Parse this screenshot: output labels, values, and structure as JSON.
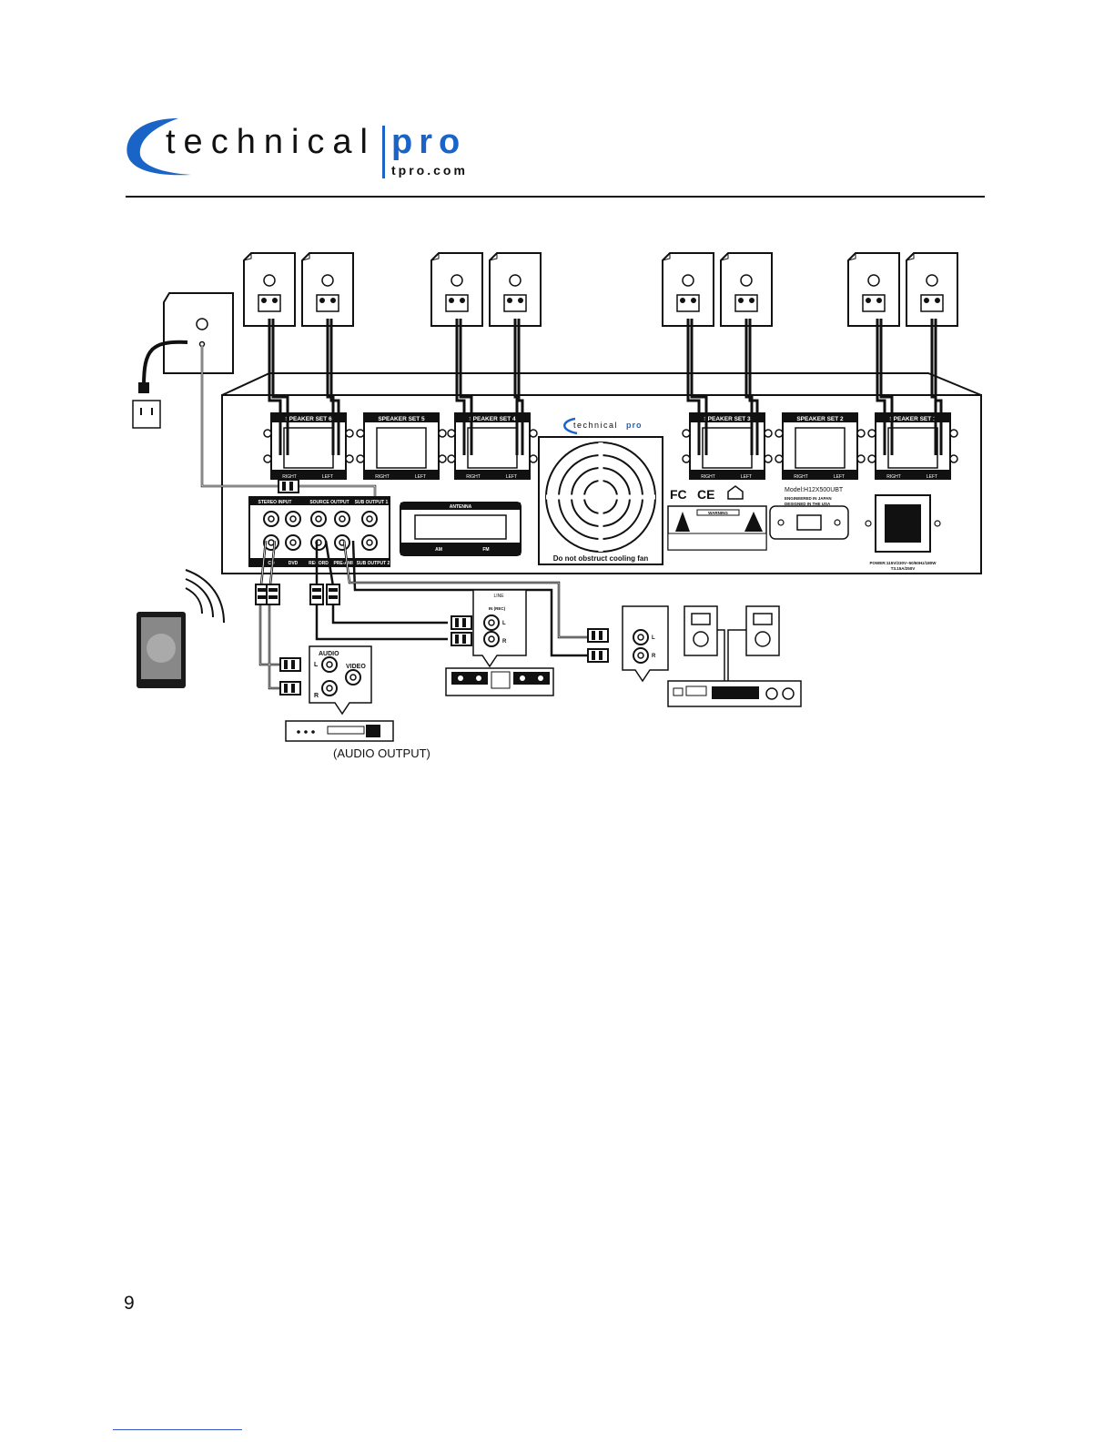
{
  "logo": {
    "word_left": "technical",
    "word_right": "pro",
    "url": "tpro.com",
    "brand_color": "#1a64c8"
  },
  "amp": {
    "speaker_sets": [
      "SPEAKER SET 6",
      "SPEAKER SET 5",
      "SPEAKER SET 4",
      "SPEAKER SET 3",
      "SPEAKER SET 2",
      "SPEAKER SET 1"
    ],
    "right_label": "RIGHT",
    "left_label": "LEFT",
    "stereo_input": "STEREO INPUT",
    "source_output": "SOURCE OUTPUT",
    "sub_output_1": "SUB OUTPUT 1",
    "sub_output_2": "SUB OUTPUT 2",
    "cd": "CD",
    "dvd": "DVD",
    "record": "RECORD",
    "pre_amp": "PRE-AMP",
    "antenna": "ANTENNA",
    "am": "AM",
    "fm": "FM",
    "fan_label": "Do not obstruct cooling fan",
    "model": "Model:H12X500UBT",
    "engineered": "ENGINEERED IN JAPAN",
    "designed": "DESIGNED IN THE USA",
    "warning": "WARNING",
    "fcc": "FC",
    "ce": "CE",
    "power_line1": "POWER:115V/230V~50/60Hz/180W",
    "power_line2": "T3.15A/250V"
  },
  "bubbles": {
    "audio": "AUDIO",
    "video": "VIDEO",
    "l": "L",
    "r": "R",
    "line": "LINE",
    "in_rec": "IN (REC)"
  },
  "captions": {
    "audio_output": "(AUDIO OUTPUT)"
  },
  "page": {
    "number": "9"
  }
}
